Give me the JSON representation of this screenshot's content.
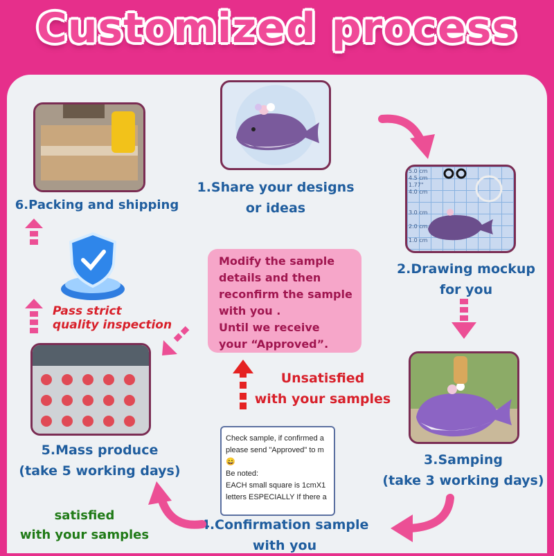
{
  "title": "Customized process",
  "steps": {
    "s1": [
      "1.Share your designs",
      "or ideas"
    ],
    "s2": [
      "2.Drawing mockup",
      "for you"
    ],
    "s3": [
      "3.Samping",
      "(take 3 working days)"
    ],
    "s4": [
      "4.Confirmation sample",
      "with you"
    ],
    "s5": [
      "5.Mass produce",
      "(take 5 working days)"
    ],
    "s6": [
      "6.Packing and shipping"
    ]
  },
  "quality": [
    "Pass strict",
    "quality inspection"
  ],
  "modify_box": [
    "Modify the sample",
    "details and then",
    "reconfirm the sample",
    "with you .",
    "Until we receive",
    "your “Approved”."
  ],
  "unsatisfied": [
    "Unsatisfied",
    "with your samples"
  ],
  "satisfied": [
    "satisfied",
    "with your samples"
  ],
  "chat": [
    "Check sample, if confirmed a",
    "please send \"Approved\" to m",
    "😄",
    "Be noted:",
    "EACH small square is 1cmX1",
    "letters ESPECIALLY If there a"
  ],
  "mockup_ruler": [
    "5.0 cm",
    "4.5 cm",
    "1.77\"",
    "4.0 cm",
    "3.0 cm",
    "2.0 cm",
    "1.0 cm"
  ],
  "colors": {
    "brand_pink": "#e62f8b",
    "step_blue": "#1f5d9e",
    "alert_red": "#d8202a",
    "ok_green": "#1f7a16"
  }
}
